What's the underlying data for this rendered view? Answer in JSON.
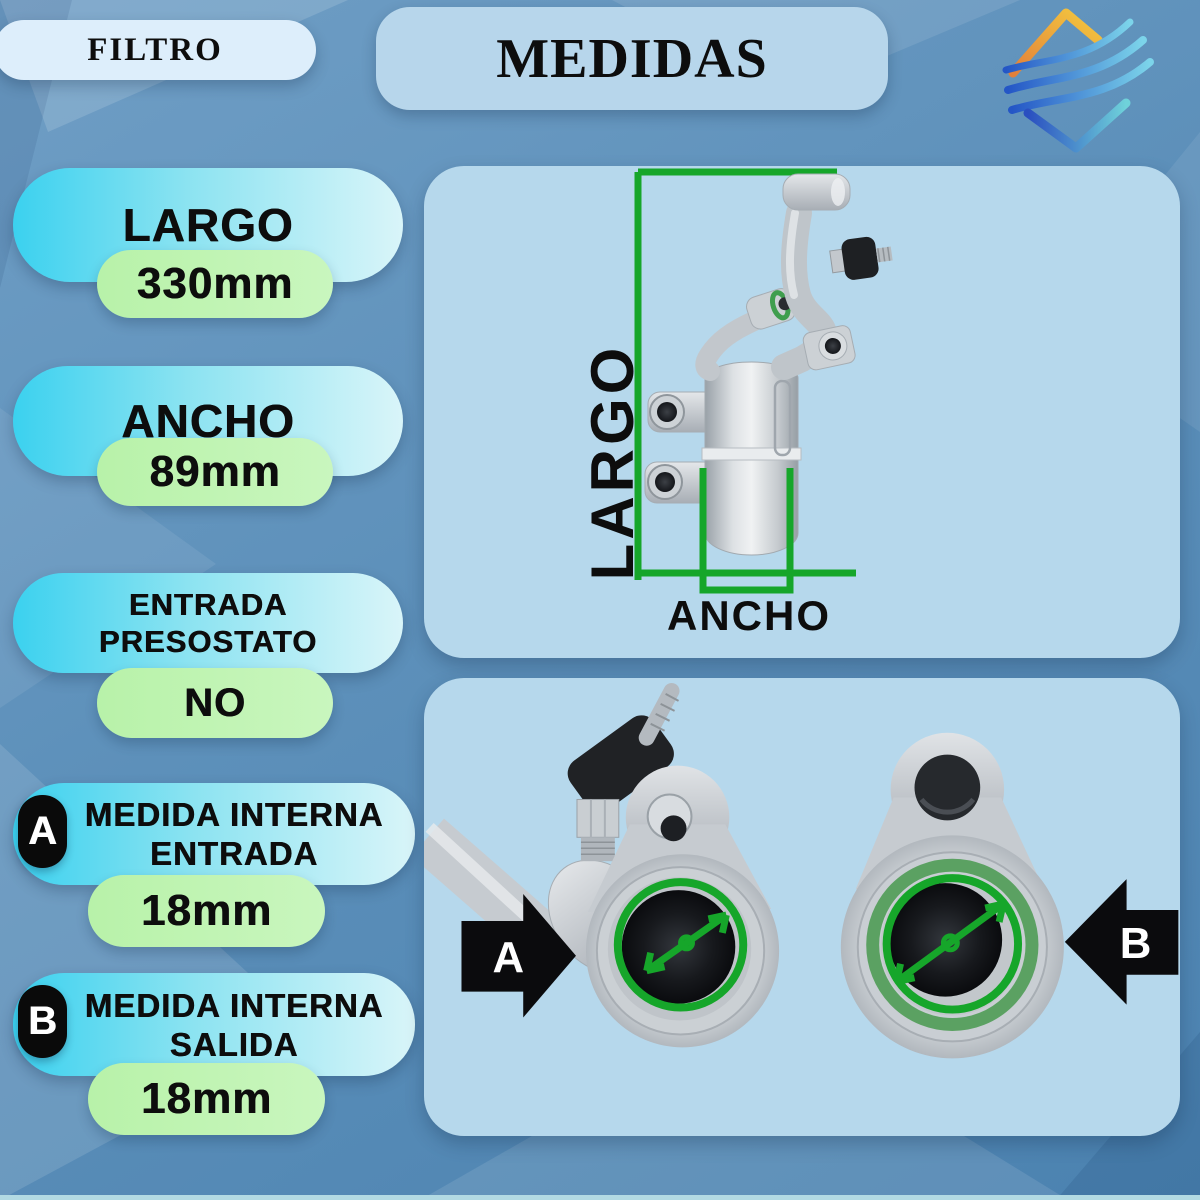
{
  "header": {
    "category_label": "FILTRO",
    "title": "MEDIDAS"
  },
  "specs": {
    "largo": {
      "label": "LARGO",
      "value": "330mm"
    },
    "ancho": {
      "label": "ANCHO",
      "value": "89mm"
    },
    "presostato": {
      "line1": "ENTRADA",
      "line2": "PRESOSTATO",
      "value": "NO"
    },
    "entrada": {
      "badge": "A",
      "line1": "MEDIDA INTERNA",
      "line2": "ENTRADA",
      "value": "18mm"
    },
    "salida": {
      "badge": "B",
      "line1": "MEDIDA INTERNA",
      "line2": "SALIDA",
      "value": "18mm"
    }
  },
  "diagram": {
    "length_label": "LARGO",
    "width_label": "ANCHO",
    "port_a": "A",
    "port_b": "B"
  },
  "colors": {
    "accent_green": "#16a62a",
    "oring_green": "#4f9c55",
    "pill_cyan": "#3bd1ef",
    "pill_green": "#c0f4b3",
    "panel_blue": "#b6d8ec",
    "background_blue": "#5d90ba",
    "arrow_black": "#0b0b0d"
  }
}
